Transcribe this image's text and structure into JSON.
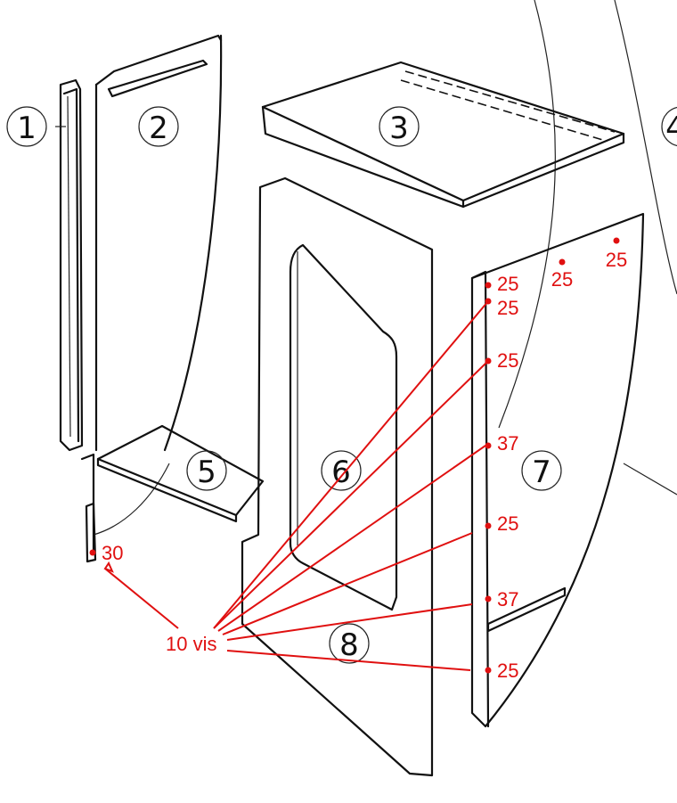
{
  "colors": {
    "ink": "#111111",
    "annotation": "#e01010",
    "paper": "#ffffff"
  },
  "part_numbers": {
    "p1": "1",
    "p2": "2",
    "p3": "3",
    "p4": "4",
    "p5": "5",
    "p6": "6",
    "p7": "7",
    "p8": "8"
  },
  "screws": {
    "label": "10 vis",
    "s_top_right": "25",
    "s_top_mid": "25",
    "s_edge_1": "25",
    "s_edge_2": "25",
    "s_edge_3": "25",
    "s_mid_37": "37",
    "s_edge_4": "25",
    "s_low_37": "37",
    "s_bottom": "25",
    "s_left_30": "30"
  }
}
